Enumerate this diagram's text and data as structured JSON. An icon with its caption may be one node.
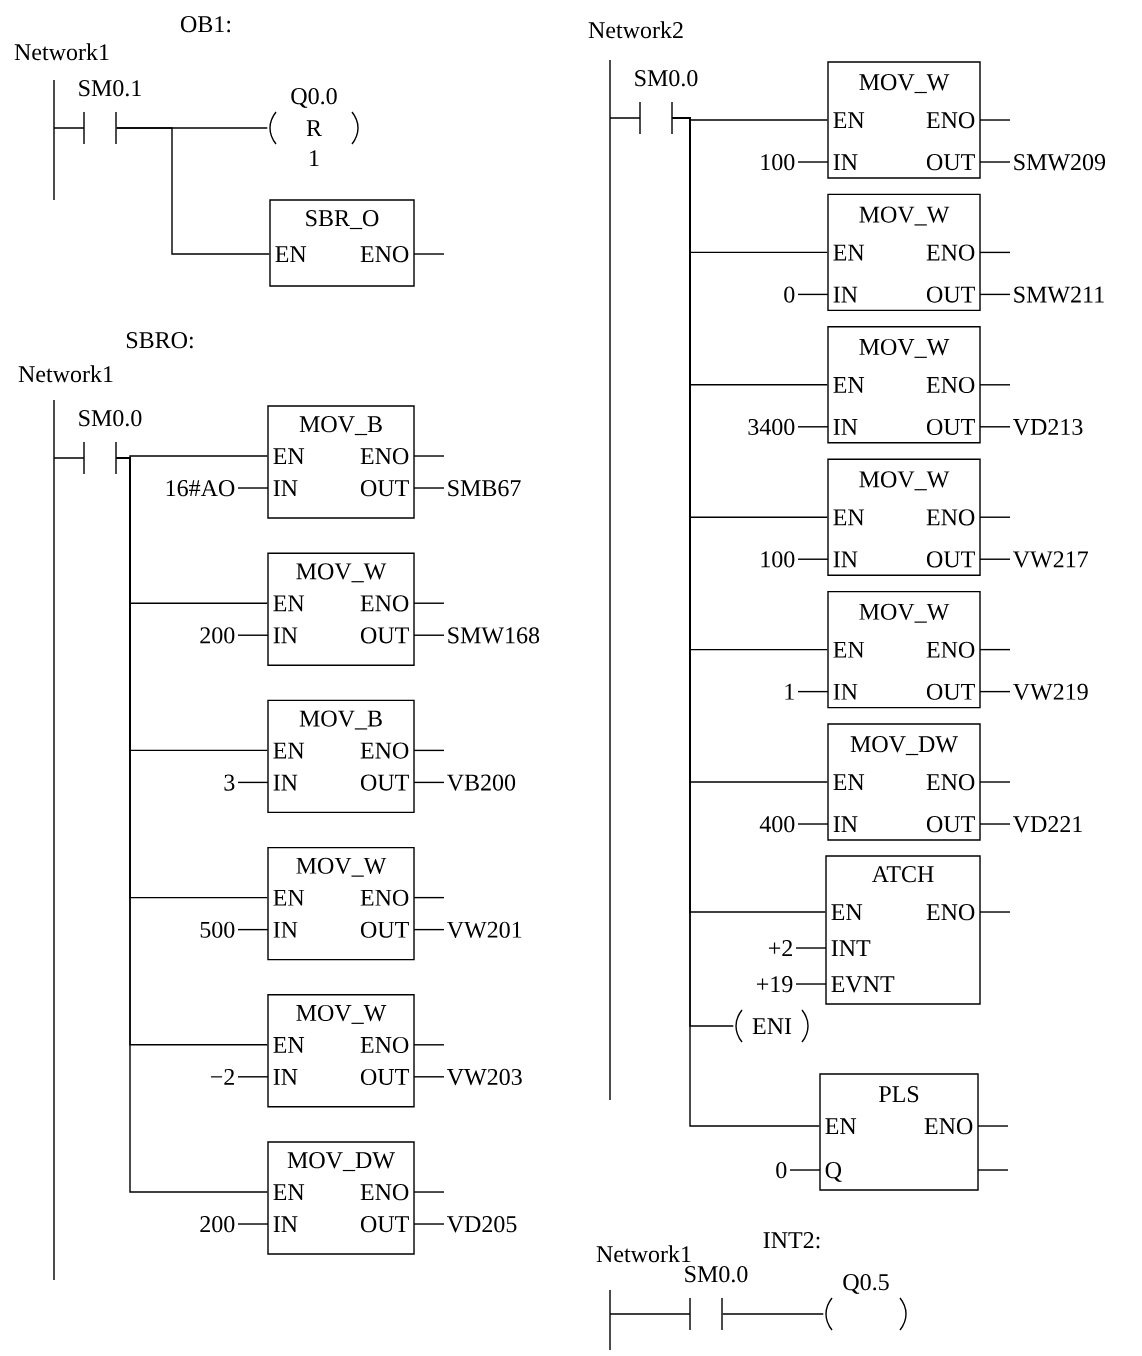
{
  "diagram": {
    "nodes": [
      {
        "text": [
          "SM0.1"
        ]
      },
      {
        "text": [
          "Q0.0",
          "R",
          "1"
        ]
      },
      {
        "text": [
          "SBR_O",
          "EN",
          "ENO"
        ]
      },
      {
        "text": [
          "SM0.0"
        ]
      },
      {
        "text": [
          "MOV_B",
          "EN",
          "ENO",
          "IN",
          "OUT"
        ],
        "beside": [
          "16#AO",
          "SMB67"
        ]
      },
      {
        "text": [
          "MOV_W",
          "EN",
          "ENO",
          "IN",
          "OUT"
        ],
        "beside": [
          "200",
          "SMW168"
        ]
      },
      {
        "text": [
          "MOV_B",
          "EN",
          "ENO",
          "IN",
          "OUT"
        ],
        "beside": [
          "3",
          "VB200"
        ]
      },
      {
        "text": [
          "MOV_W",
          "EN",
          "ENO",
          "IN",
          "OUT"
        ],
        "beside": [
          "500",
          "VW201"
        ]
      },
      {
        "text": [
          "MOV_W",
          "EN",
          "ENO",
          "IN",
          "OUT"
        ],
        "beside": [
          "−2",
          "VW203"
        ]
      },
      {
        "text": [
          "MOV_DW",
          "EN",
          "ENO",
          "IN",
          "OUT"
        ],
        "beside": [
          "200",
          "VD205"
        ]
      },
      {
        "text": [
          "SM0.0"
        ]
      },
      {
        "text": [
          "MOV_W",
          "EN",
          "ENO",
          "IN",
          "OUT"
        ],
        "beside": [
          "100",
          "SMW209"
        ]
      },
      {
        "text": [
          "MOV_W",
          "EN",
          "ENO",
          "IN",
          "OUT"
        ],
        "beside": [
          "0",
          "SMW211"
        ]
      },
      {
        "text": [
          "MOV_W",
          "EN",
          "ENO",
          "IN",
          "OUT"
        ],
        "beside": [
          "3400",
          "VD213"
        ]
      },
      {
        "text": [
          "MOV_W",
          "EN",
          "ENO",
          "IN",
          "OUT"
        ],
        "beside": [
          "100",
          "VW217"
        ]
      },
      {
        "text": [
          "MOV_W",
          "EN",
          "ENO",
          "IN",
          "OUT"
        ],
        "beside": [
          "1",
          "VW219"
        ]
      },
      {
        "text": [
          "MOV_DW",
          "EN",
          "ENO",
          "IN",
          "OUT"
        ],
        "beside": [
          "400",
          "VD221"
        ]
      },
      {
        "text": [
          "ATCH",
          "EN",
          "ENO",
          "INT",
          "EVNT"
        ],
        "beside": [
          "+2",
          "+19"
        ]
      },
      {
        "text": [
          "ENI"
        ]
      },
      {
        "text": [
          "PLS",
          "EN",
          "ENO",
          "Q"
        ],
        "beside": [
          "0"
        ]
      },
      {
        "text": [
          "SM0.0"
        ]
      },
      {
        "text": [
          "Q0.5"
        ]
      }
    ],
    "edges": [
      {
        "from": 0,
        "to": 1,
        "arrow": "none"
      },
      {
        "from": 0,
        "to": 2,
        "arrow": "none"
      },
      {
        "from": 3,
        "to": 4,
        "arrow": "none"
      },
      {
        "from": 3,
        "to": 5,
        "arrow": "none"
      },
      {
        "from": 3,
        "to": 6,
        "arrow": "none"
      },
      {
        "from": 3,
        "to": 7,
        "arrow": "none"
      },
      {
        "from": 3,
        "to": 8,
        "arrow": "none"
      },
      {
        "from": 3,
        "to": 9,
        "arrow": "none"
      },
      {
        "from": 10,
        "to": 11,
        "arrow": "none"
      },
      {
        "from": 10,
        "to": 12,
        "arrow": "none"
      },
      {
        "from": 10,
        "to": 13,
        "arrow": "none"
      },
      {
        "from": 10,
        "to": 14,
        "arrow": "none"
      },
      {
        "from": 10,
        "to": 15,
        "arrow": "none"
      },
      {
        "from": 10,
        "to": 16,
        "arrow": "none"
      },
      {
        "from": 10,
        "to": 17,
        "arrow": "none"
      },
      {
        "from": 10,
        "to": 18,
        "arrow": "none"
      },
      {
        "from": 10,
        "to": 19,
        "arrow": "none"
      },
      {
        "from": 20,
        "to": 21,
        "arrow": "none"
      }
    ],
    "labels": [
      "OB1:",
      "Network1",
      "SBRO:",
      "Network1",
      "Network2",
      "Network1",
      "INT2:"
    ]
  }
}
